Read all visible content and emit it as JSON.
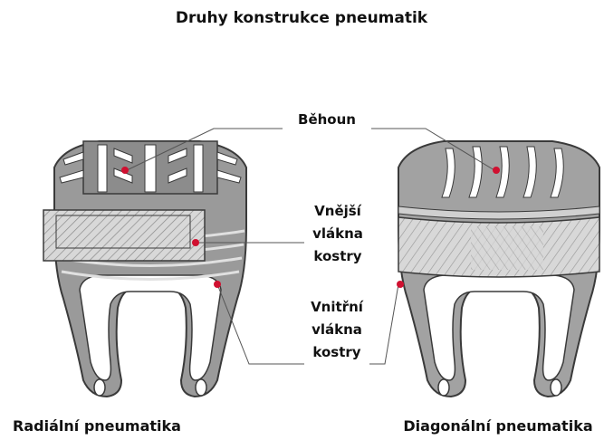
{
  "title": "Druhy konstrukce pneumatik",
  "tires": {
    "radial": {
      "caption": "Radiální pneumatika"
    },
    "diagonal": {
      "caption": "Diagonální pneumatika"
    }
  },
  "callouts": {
    "tread": "Běhoun",
    "outer_ply": [
      "Vnější",
      "vlákna",
      "kostry"
    ],
    "inner_ply": [
      "Vnitřní",
      "vlákna",
      "kostry"
    ]
  },
  "colors": {
    "tire_fill": "#9a9a9a",
    "tire_light": "#c4c4c4",
    "ply_fill": "#d6d6d6",
    "outline": "#3a3a3a",
    "marker": "#d01030",
    "leader": "#555555"
  }
}
